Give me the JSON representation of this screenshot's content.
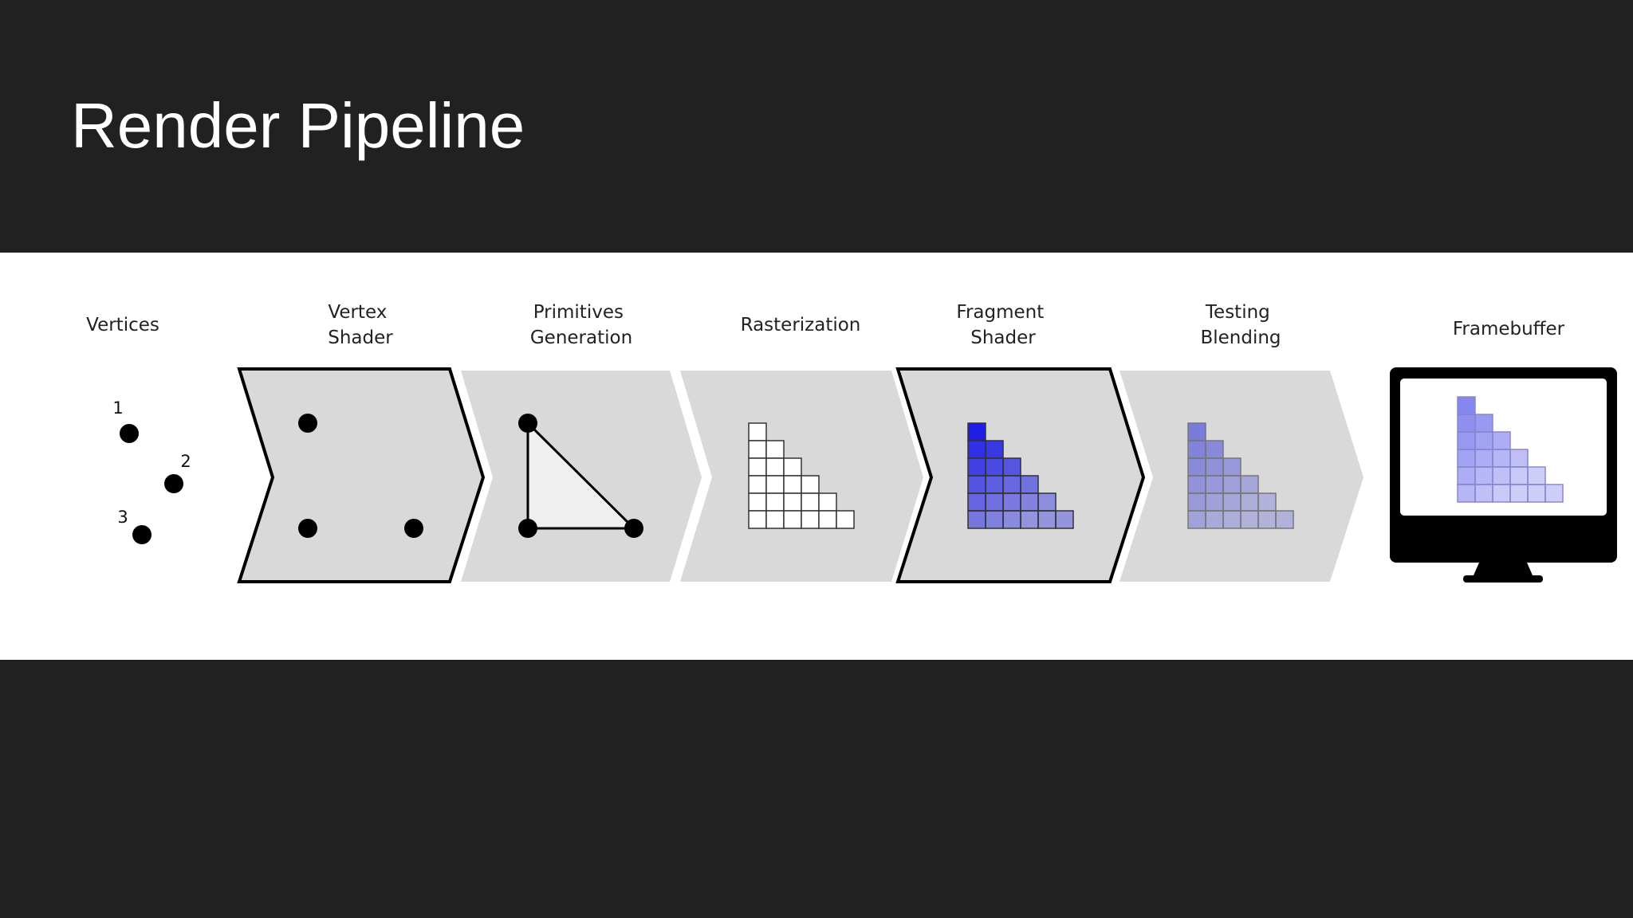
{
  "slide": {
    "title": "Render Pipeline"
  },
  "stages": [
    {
      "id": "vertices",
      "lines": [
        "Vertices"
      ]
    },
    {
      "id": "vertex-shader",
      "lines": [
        "Vertex",
        "Shader"
      ]
    },
    {
      "id": "primitives-generation",
      "lines": [
        "Primitives",
        "Generation"
      ]
    },
    {
      "id": "rasterization",
      "lines": [
        "Rasterization"
      ]
    },
    {
      "id": "fragment-shader",
      "lines": [
        "Fragment",
        "Shader"
      ]
    },
    {
      "id": "testing-blending",
      "lines": [
        "Testing",
        "Blending"
      ]
    },
    {
      "id": "framebuffer",
      "lines": [
        "Framebuffer"
      ]
    }
  ],
  "vertex_numbers": [
    "1",
    "2",
    "3"
  ],
  "colors": {
    "background": "#212121",
    "panel": "#ffffff",
    "chevron_fill": "#d9d9d9",
    "fragment_blue": "#0000e0",
    "monitor": "#000000"
  }
}
